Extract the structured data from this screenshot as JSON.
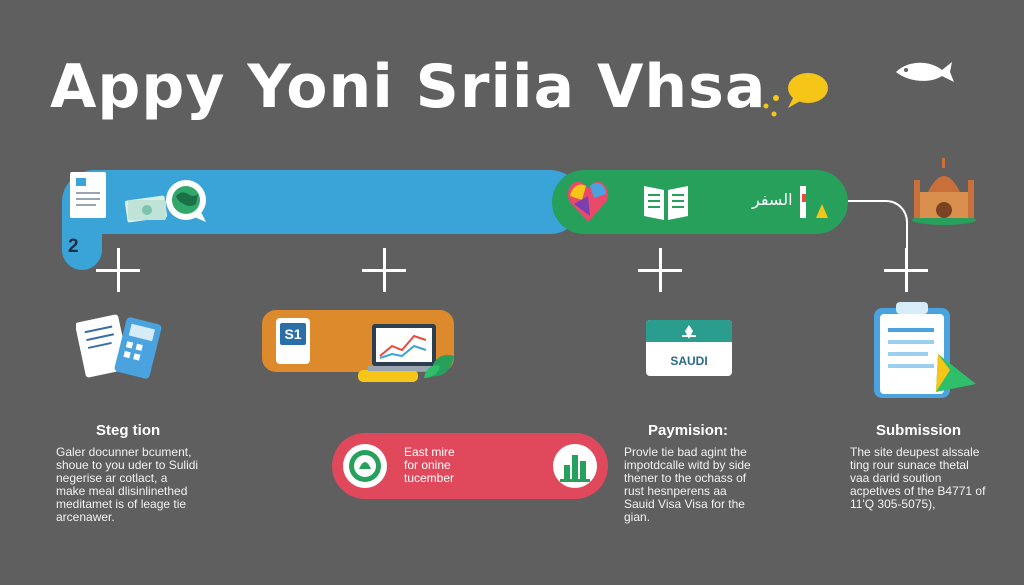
{
  "header": {
    "title": "Appy Yoni Sriia Vhsa"
  },
  "timeline": {
    "step_number": "2",
    "arabic_label": "السفر"
  },
  "steps": [
    {
      "heading": "Steg tion",
      "body": "Galer docunner bcument,\nshoue to you uder to Sulidi\nnegerise ar cotlact, a\nmake meal dlisinlinethed\nmeditamet is of leage tie\narcenawer."
    },
    {
      "card_label": "S1"
    },
    {
      "heading": "Paymision:",
      "body": "Provle tie bad agint the\nimpotdcalle witd by side\nthener to the ochass of\nrust hesnperens aa\nSauid Visa Visa for the\ngian.",
      "card_label": "SAUDI"
    },
    {
      "heading": "Submission",
      "body": "The site deupest alssale\nting rour sunace thetal\nvaa darid soution\nacpetives of the B4771 of\n11'Q 305-5075),"
    }
  ],
  "callout": {
    "text": "East mire\nfor onine\ntucember"
  },
  "colors": {
    "background": "#5f5f5f",
    "blue_bar": "#3aa3d8",
    "green_bar": "#27a05c",
    "orange_card": "#dc8a2b",
    "red_pill": "#e0495b",
    "accent_yellow": "#f5c518"
  }
}
